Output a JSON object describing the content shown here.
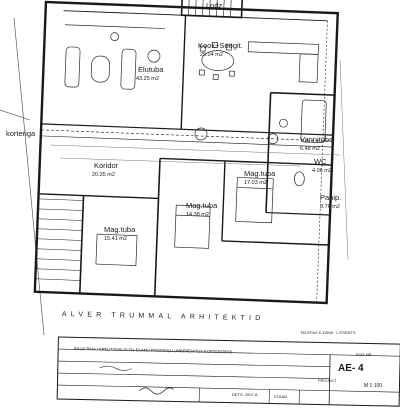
{
  "plan": {
    "rooms": [
      {
        "id": "lodz",
        "name": "Lodz",
        "area": ""
      },
      {
        "id": "kook",
        "name": "Kook+Söögit.",
        "area": "25.04 m2"
      },
      {
        "id": "elutuba",
        "name": "Elutuba",
        "area": "43.25 m2"
      },
      {
        "id": "korteriga",
        "name": "korteriga",
        "area": ""
      },
      {
        "id": "vannituba",
        "name": "Vannituba",
        "area": "6.48 m2"
      },
      {
        "id": "koridor",
        "name": "Koridor",
        "area": "20.35 m2"
      },
      {
        "id": "magtuba1",
        "name": "Mag.tuba",
        "area": "17.03 m2"
      },
      {
        "id": "wc",
        "name": "WC",
        "area": "4.06 m2"
      },
      {
        "id": "magtuba2",
        "name": "Mag.tuba",
        "area": "14.38 m2"
      },
      {
        "id": "magtuba3",
        "name": "Mag.tuba",
        "area": "15.41 m2"
      },
      {
        "id": "panip",
        "name": "Panip.",
        "area": "3.76 m2"
      }
    ]
  },
  "title_block": {
    "firm": "ALVER TRUMMAL ARHITEKTID",
    "contact": "TELEFAX 6 11908 · LITSENTS",
    "project_line": "RAUA TNJA / KREUTZWALDI TN. ELAMU POONINGU UMBEREHITUS KORTERITEKS",
    "sheet_code": "AE- 4",
    "scale": "M 1:100",
    "date": "DETS. 2007.A.",
    "stage_label": "STAAD.",
    "project_label": "PROJEKT",
    "sheet_no_label": "FOG NR"
  }
}
